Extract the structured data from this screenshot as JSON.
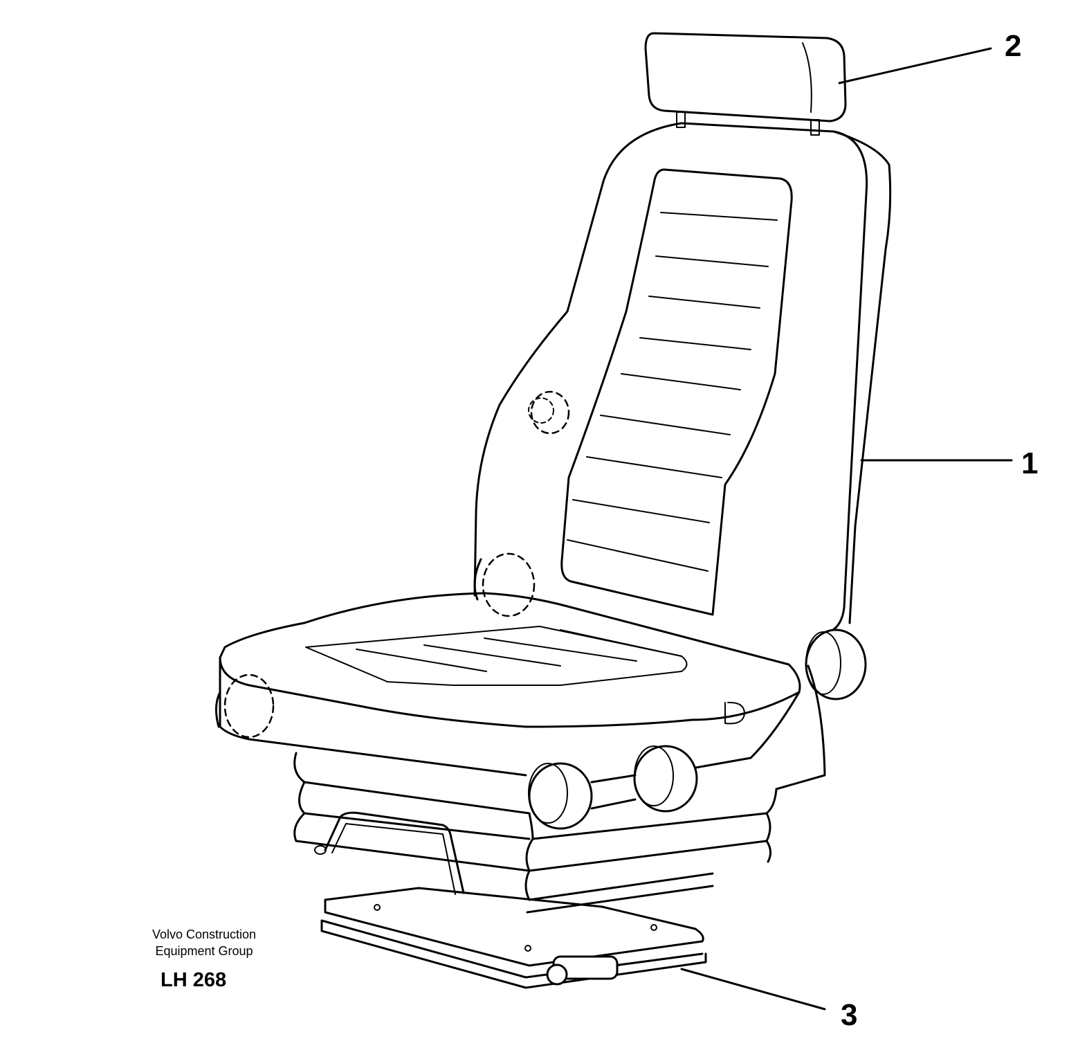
{
  "callouts": [
    {
      "id": "1",
      "label": "1"
    },
    {
      "id": "2",
      "label": "2"
    },
    {
      "id": "3",
      "label": "3"
    }
  ],
  "credit": {
    "line1": "Volvo Construction",
    "line2": "Equipment Group"
  },
  "drawing_code": "LH 268",
  "colors": {
    "ink": "#000000",
    "paper": "#ffffff"
  }
}
